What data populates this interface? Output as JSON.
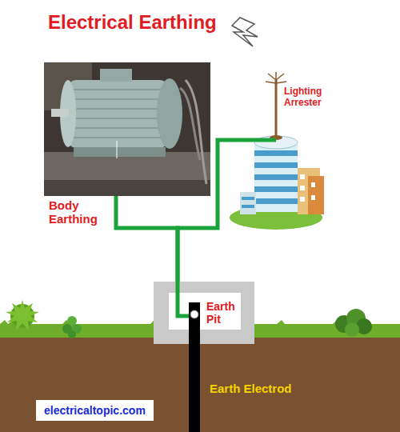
{
  "diagram": {
    "title": "Electrical Earthing",
    "nodes": [
      {
        "text": [
          "Body Earthing"
        ]
      },
      {
        "text": [
          "Lighting Arrester"
        ]
      },
      {
        "text": [
          "Earth Pit"
        ]
      }
    ],
    "edges": [
      {
        "from": 0,
        "to": 2,
        "arrow": "none"
      },
      {
        "from": 1,
        "to": 2,
        "arrow": "none"
      }
    ],
    "labels": [
      "Earth Electrod",
      "electricaltopic.com"
    ]
  }
}
